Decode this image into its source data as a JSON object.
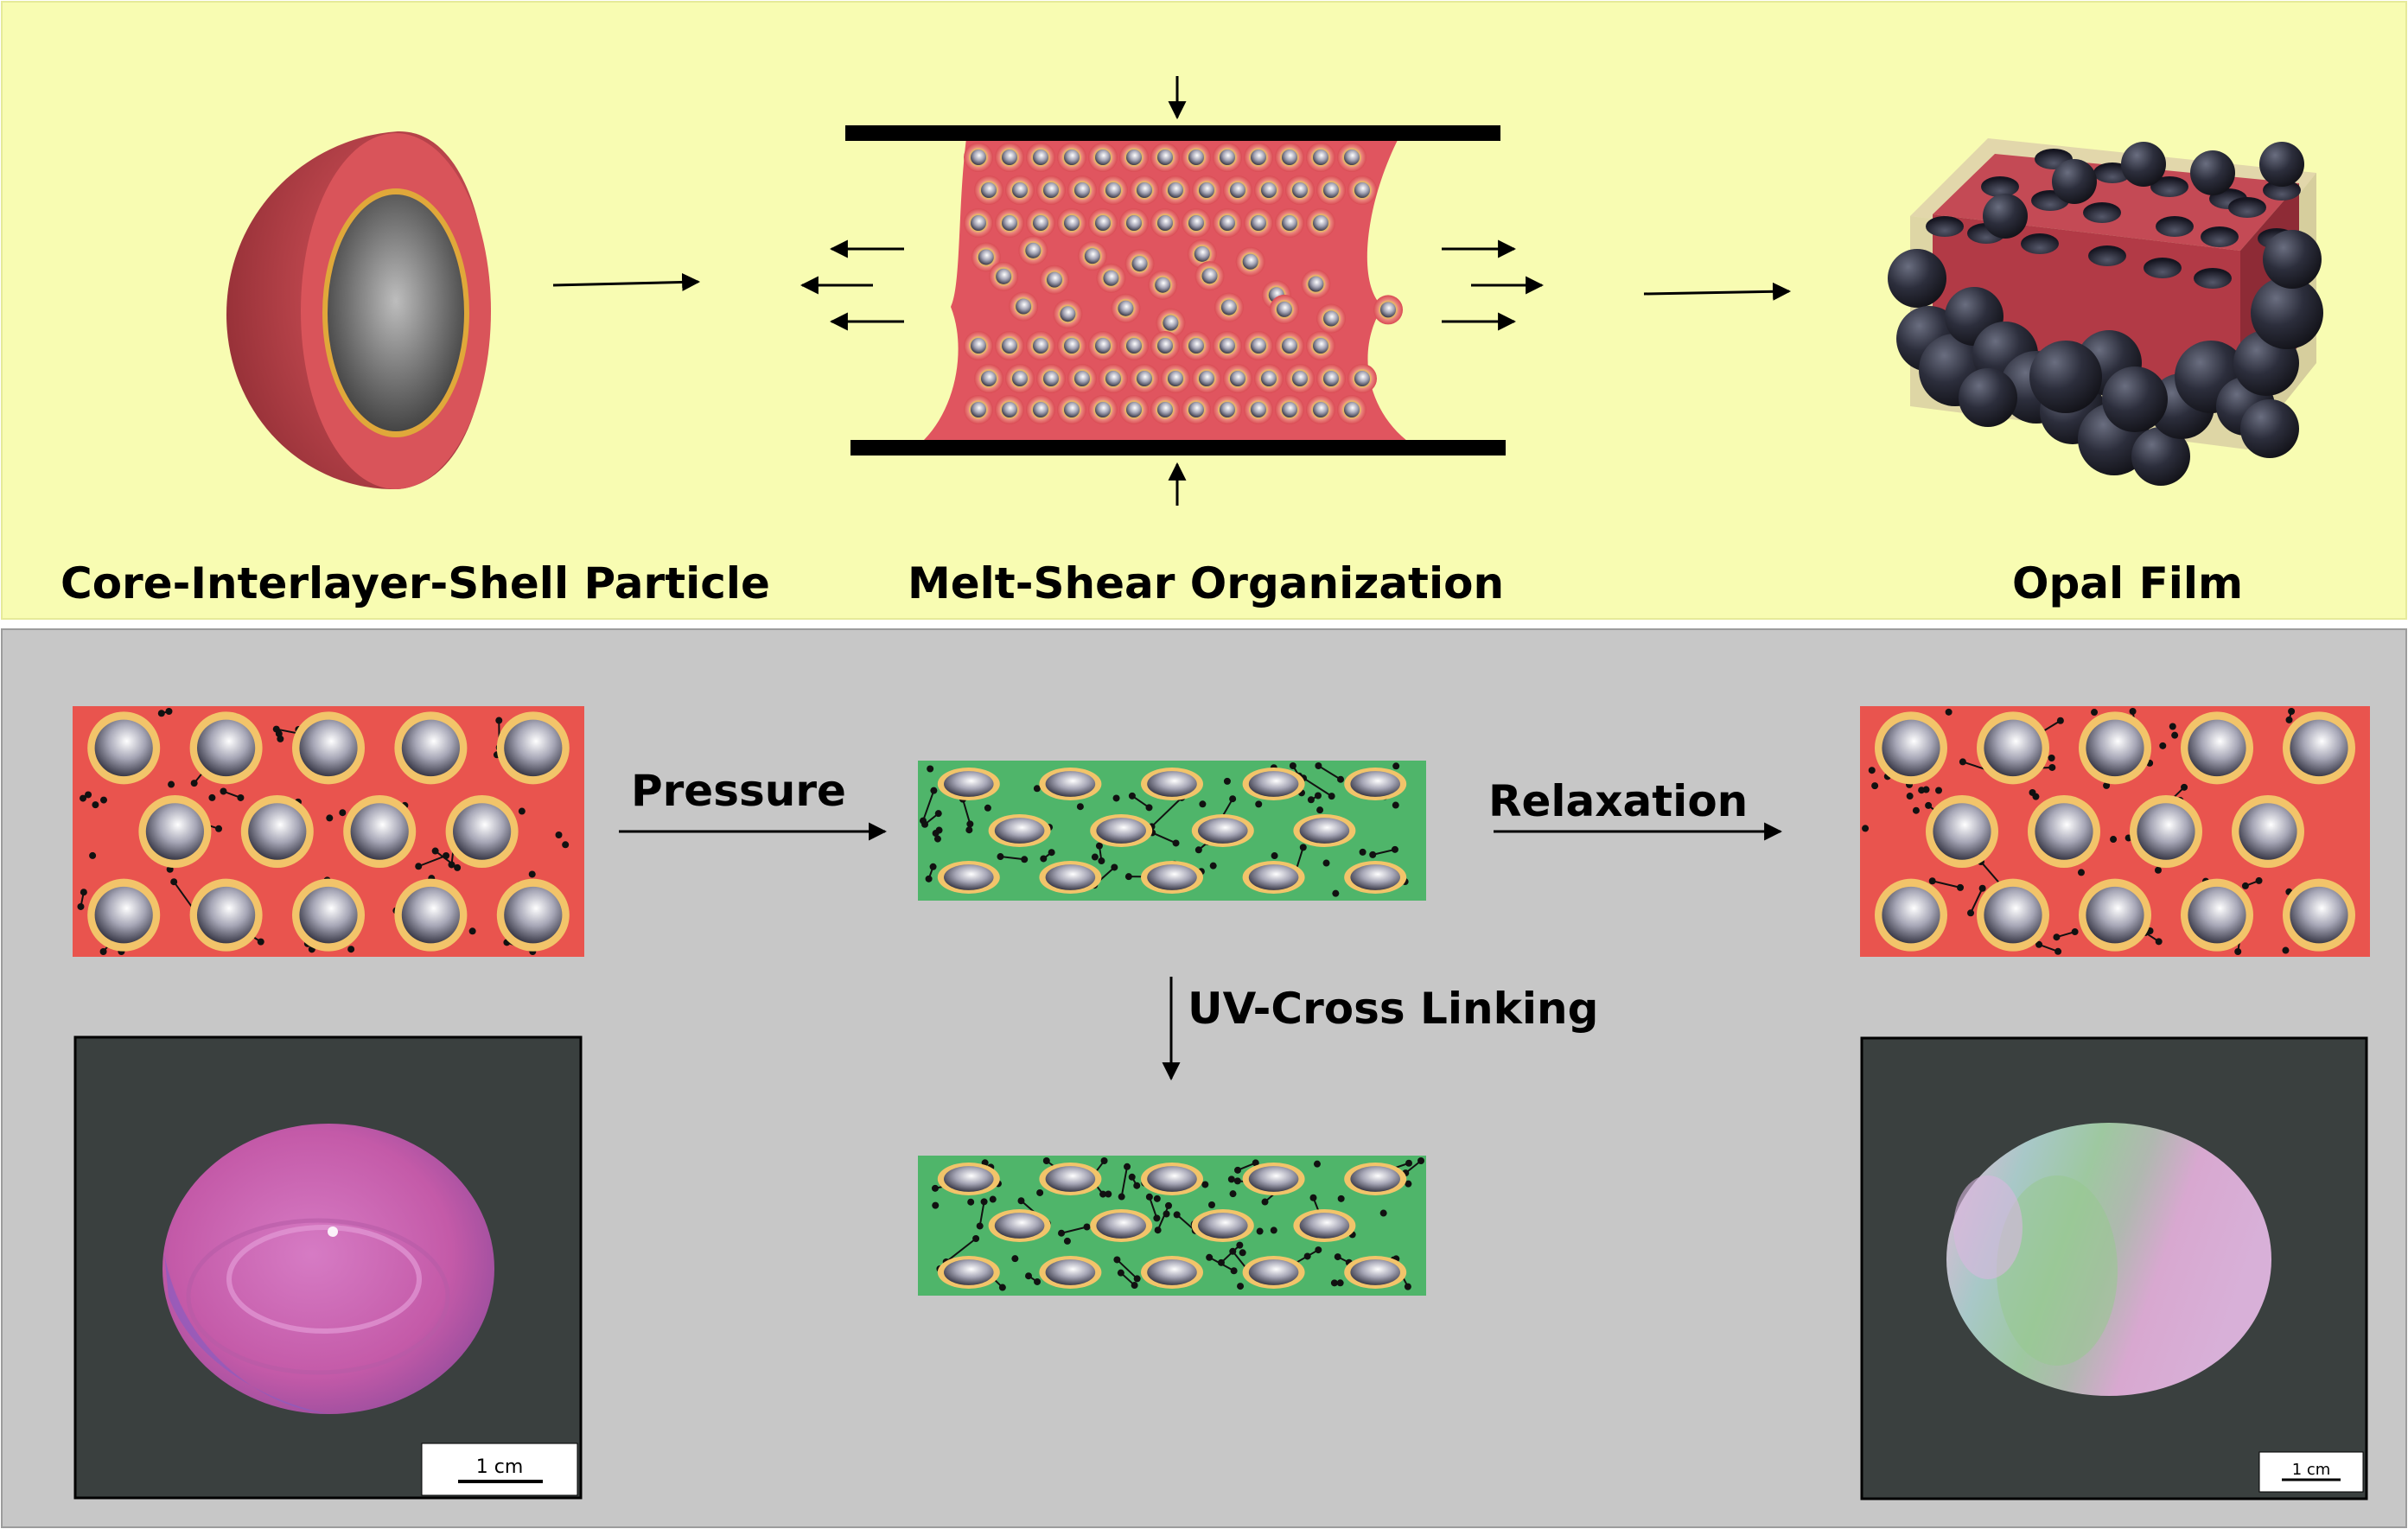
{
  "top_panel": {
    "label_particle": "Core-Interlayer-Shell Particle",
    "label_melt_shear": "Melt-Shear Organization",
    "label_opal": "Opal Film"
  },
  "bottom_panel": {
    "label_pressure": "Pressure",
    "label_relaxation": "Relaxation",
    "label_uv": "UV-Cross Linking",
    "scale_left": "1 cm",
    "scale_right": "1 cm"
  },
  "colors": {
    "top_background": "#f8fcb2",
    "bottom_background": "#c7c7c7",
    "shell_red": "#e9544e",
    "particle_shell_dark": "#c84a4f",
    "interlayer_gold": "#f2c46a",
    "compressed_green": "#4fb56a",
    "core_dark": "#2e2f3c",
    "photo_background": "#3a403f"
  }
}
